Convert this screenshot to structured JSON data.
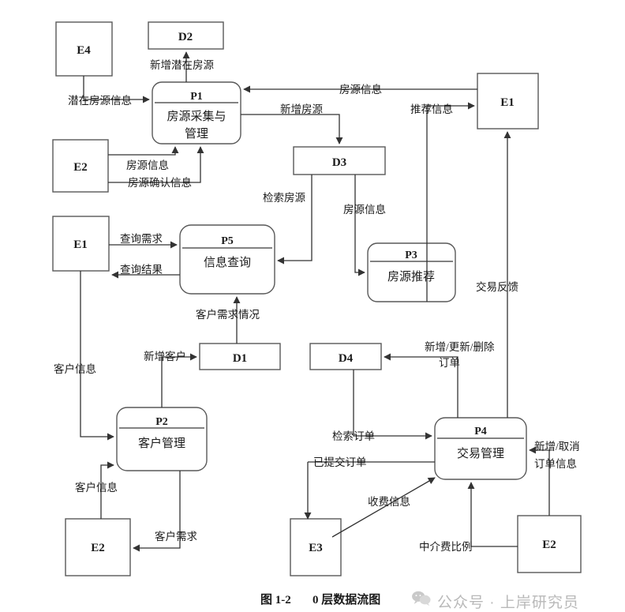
{
  "figure": {
    "caption_label": "图 1-2",
    "caption_title": "0 层数据流图",
    "watermark_text": "公众号 · 上岸研究员",
    "watermark_icon": "wechat-icon",
    "stroke_color": "#595959",
    "text_color": "#1a1a1a",
    "background": "#ffffff"
  },
  "nodes": {
    "e4_top_left": {
      "id": "E4",
      "type": "external-entity"
    },
    "e2_left": {
      "id": "E2",
      "type": "external-entity"
    },
    "e1_left": {
      "id": "E1",
      "type": "external-entity"
    },
    "e1_top_right": {
      "id": "E1",
      "type": "external-entity"
    },
    "e2_bottom_left": {
      "id": "E2",
      "type": "external-entity"
    },
    "e3_bottom": {
      "id": "E3",
      "type": "external-entity"
    },
    "e2_bottom_right": {
      "id": "E2",
      "type": "external-entity"
    },
    "d2": {
      "id": "D2",
      "type": "data-store"
    },
    "d3": {
      "id": "D3",
      "type": "data-store"
    },
    "d1": {
      "id": "D1",
      "type": "data-store"
    },
    "d4": {
      "id": "D4",
      "type": "data-store"
    },
    "p1": {
      "id": "P1",
      "name": "房源采集与管理",
      "name_line1": "房源采集与",
      "name_line2": "管理",
      "type": "process"
    },
    "p5": {
      "id": "P5",
      "name": "信息查询",
      "type": "process"
    },
    "p3": {
      "id": "P3",
      "name": "房源推荐",
      "type": "process"
    },
    "p2": {
      "id": "P2",
      "name": "客户管理",
      "type": "process"
    },
    "p4": {
      "id": "P4",
      "name": "交易管理",
      "type": "process"
    }
  },
  "flows": {
    "f_new_potential_house": "新增潜在房源",
    "f_potential_house_info": "潜在房源信息",
    "f_house_info_e2_p1": "房源信息",
    "f_house_confirm_info": "房源确认信息",
    "f_new_house": "新增房源",
    "f_house_info_e1_p1": "房源信息",
    "f_recommend_info": "推荐信息",
    "f_search_house": "检索房源",
    "f_house_info_d3_p3": "房源信息",
    "f_query_demand": "查询需求",
    "f_query_result": "查询结果",
    "f_customer_demand_status": "客户需求情况",
    "f_new_customer": "新增客户",
    "f_customer_info_e1_p2": "客户信息",
    "f_customer_info_e2_p2": "客户信息",
    "f_customer_demand": "客户需求",
    "f_trade_feedback": "交易反馈",
    "f_order_crud_line1": "新增/更新/删除",
    "f_order_crud_line2": "订单",
    "f_search_order": "检索订单",
    "f_submitted_order": "已提交订单",
    "f_fee_info": "收费信息",
    "f_new_cancel_order_line1": "新增/取消",
    "f_new_cancel_order_line2": "订单信息",
    "f_agency_fee_ratio": "中介费比例"
  }
}
